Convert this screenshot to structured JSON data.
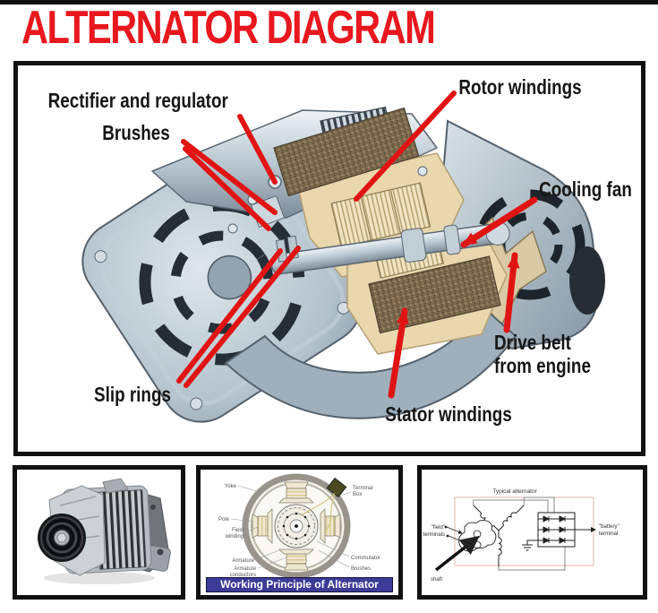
{
  "title": "ALTERNATOR DIAGRAM",
  "colors": {
    "title_red": "#e8181e",
    "leader_red": "#e11414",
    "label_black": "#161616",
    "panel_border": "#111111",
    "banner_bg": "#3d3b97",
    "banner_text": "#ffffff",
    "metal_light": "#dfe7ec",
    "metal_mid": "#a9b9c4",
    "metal_dark": "#55616c",
    "section_tan": "#e9d7ae",
    "winding_brown": "#7d6b4f",
    "rotor_cream": "#f0e4c2"
  },
  "main_diagram": {
    "labels": {
      "rectifier": "Rectifier and regulator",
      "brushes": "Brushes",
      "rotor_windings": "Rotor windings",
      "cooling_fan": "Cooling fan",
      "drive_belt_line1": "Drive belt",
      "drive_belt_line2": "from engine",
      "stator_windings": "Stator windings",
      "slip_rings": "Slip rings"
    }
  },
  "panels": {
    "principle": {
      "banner": "Working Principle of Alternator",
      "labels": {
        "yoke": "Yoke",
        "pole": "Pole",
        "field_1": "Field",
        "field_2": "winding",
        "armature": "Armature",
        "conductors_1": "Armature",
        "conductors_2": "conductors",
        "terminal_1": "Terminal",
        "terminal_2": "Box",
        "commutator": "Commutator",
        "brushes": "Brushes"
      }
    },
    "schematic": {
      "title": "Typical alternator",
      "labels": {
        "field_1": "\"field\"",
        "field_2": "terminals",
        "battery_1": "\"battery\"",
        "battery_2": "terminal",
        "shaft": "shaft"
      }
    }
  }
}
